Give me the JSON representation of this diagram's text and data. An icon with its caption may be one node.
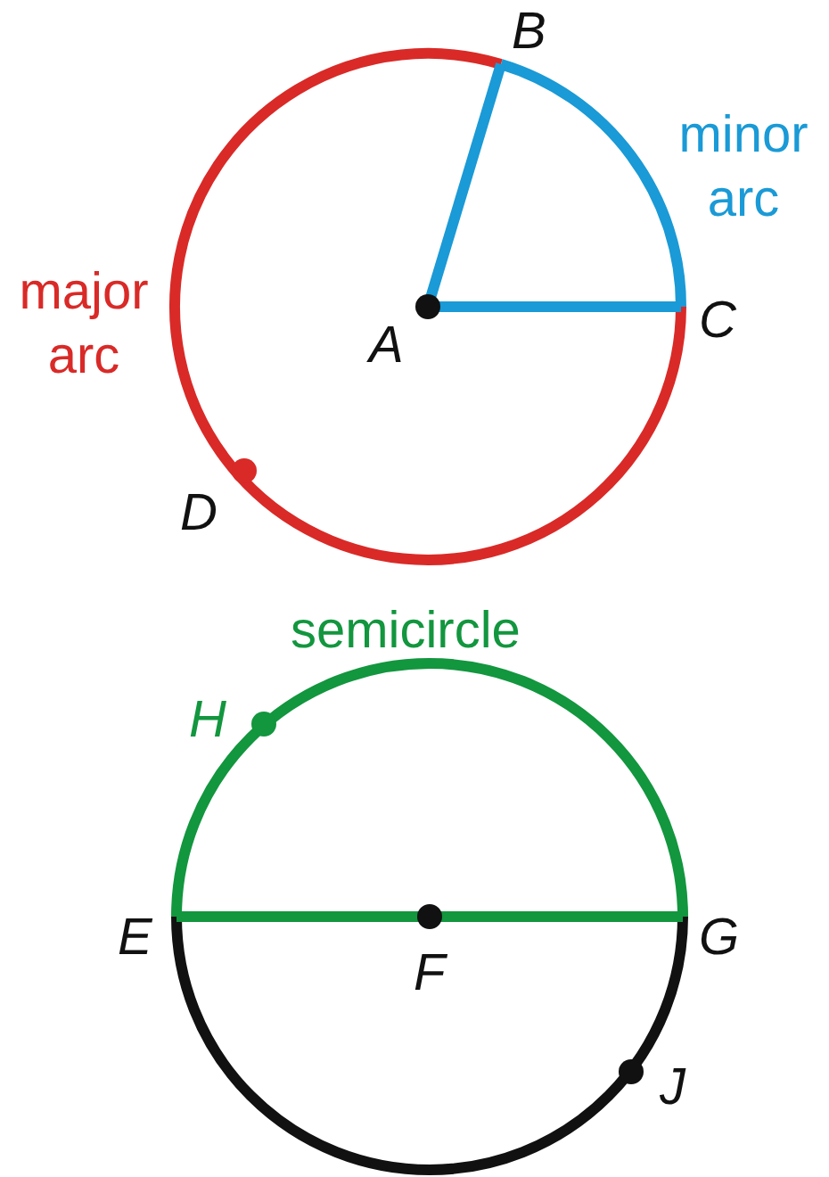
{
  "diagram": {
    "labels": [
      "B",
      "minor arc",
      "major arc",
      "A",
      "C",
      "D",
      "semicircle",
      "H",
      "E",
      "F",
      "G",
      "J"
    ]
  }
}
